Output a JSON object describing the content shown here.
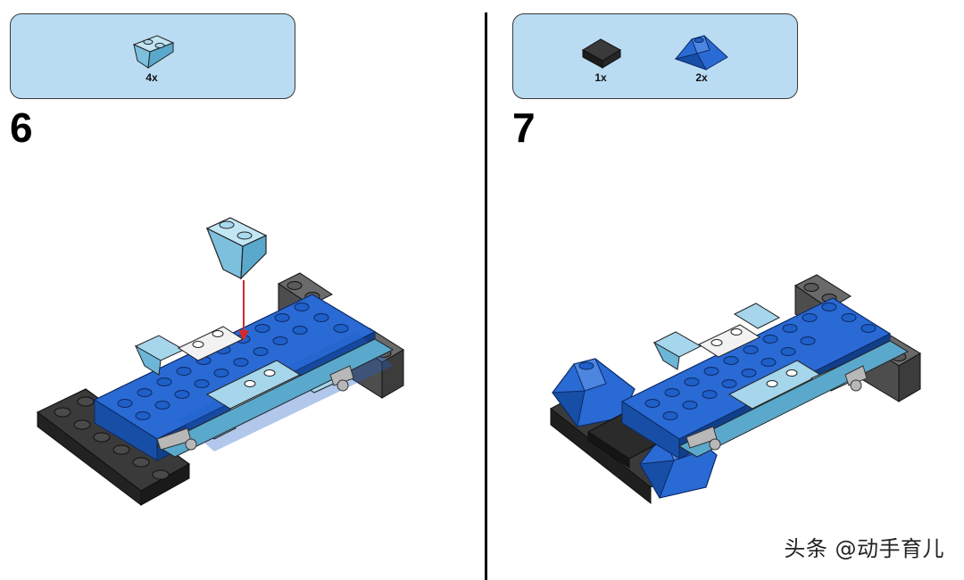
{
  "steps": [
    {
      "number": "6",
      "parts": [
        {
          "icon": "light-blue-inverted-slope-brick-icon",
          "color": "#8ecbe6",
          "quantity": "4x"
        }
      ]
    },
    {
      "number": "7",
      "parts": [
        {
          "icon": "black-slope-tile-icon",
          "color": "#2b2b2b",
          "quantity": "1x"
        },
        {
          "icon": "blue-wedge-slope-icon",
          "color": "#1f5fc8",
          "quantity": "2x"
        }
      ]
    }
  ],
  "colors": {
    "parts_box_bg": "#b9dcf2",
    "brick_blue": "#1f5fc8",
    "brick_light_blue": "#8ecbe6",
    "brick_dark_gray": "#5a5a5a",
    "brick_black": "#2b2b2b",
    "arrow_red": "#d22a2a"
  },
  "watermark": "头条 @动手育儿"
}
